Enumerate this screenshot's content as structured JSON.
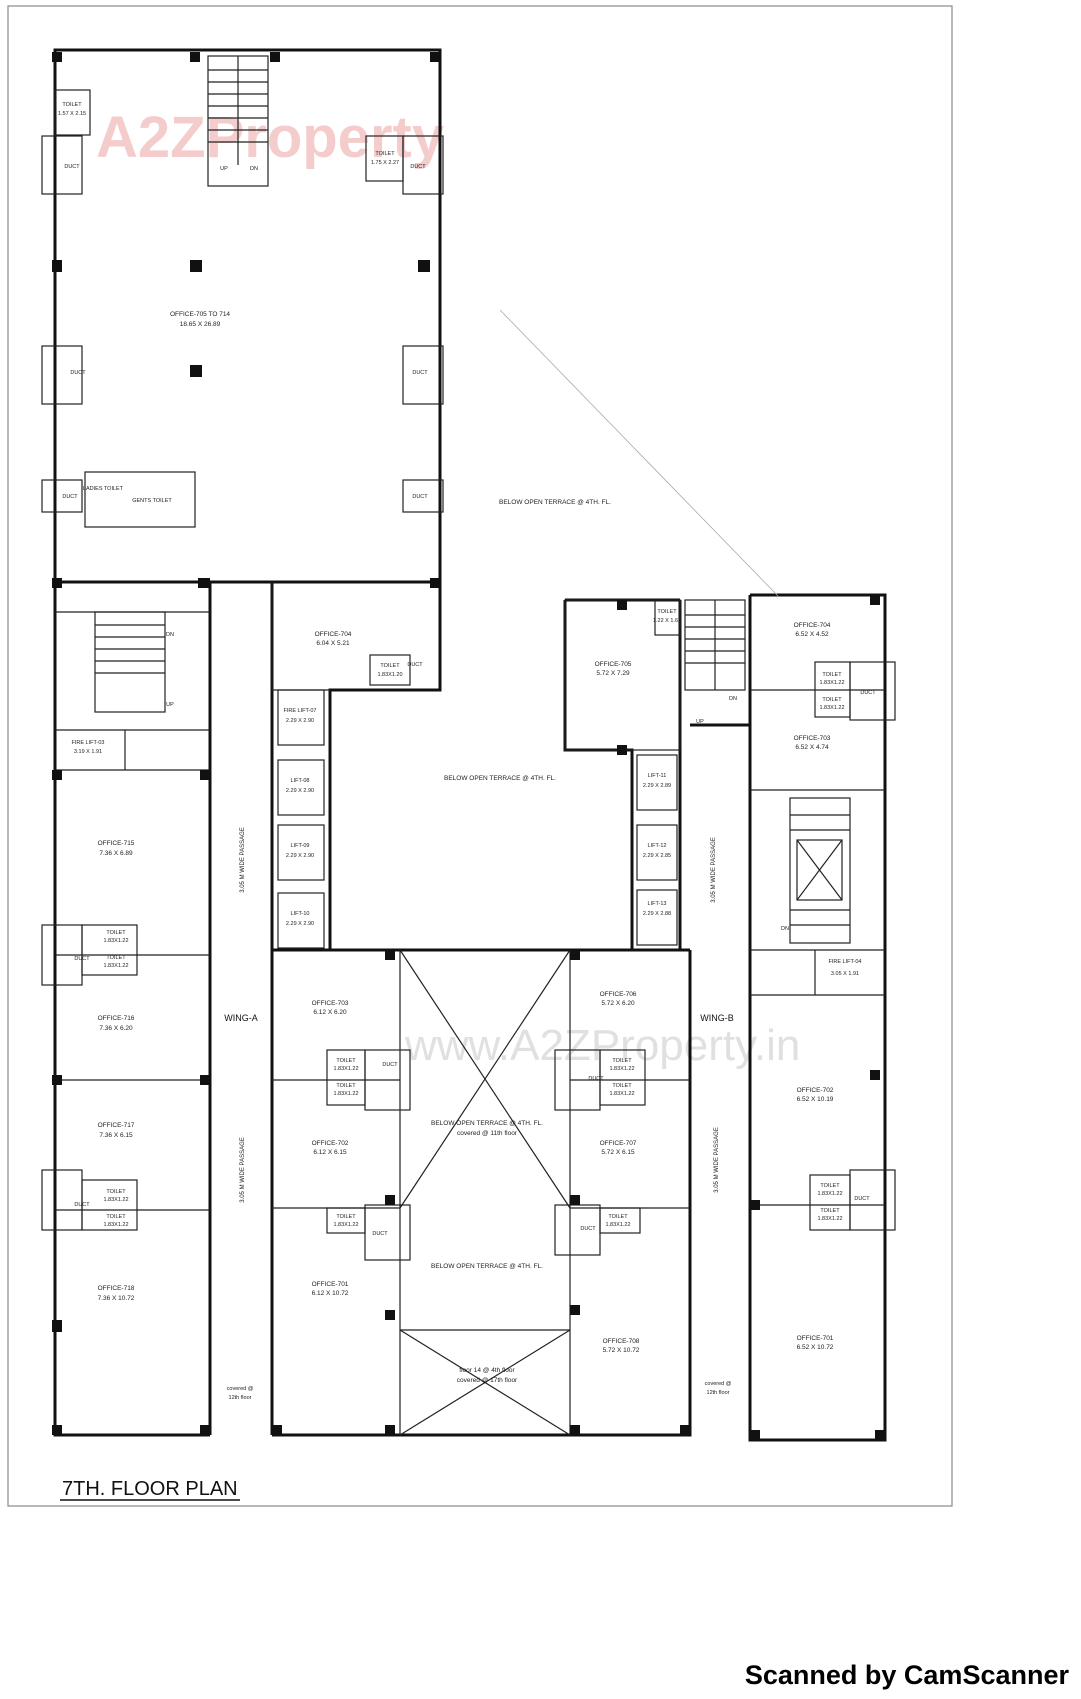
{
  "watermark": {
    "top": "A2ZProperty",
    "center": "www.A2ZProperty.in"
  },
  "title": "7TH. FLOOR PLAN",
  "footer": "Scanned by CamScanner",
  "wings": {
    "a": "WING-A",
    "b": "WING-B"
  },
  "passages": {
    "a_top": "3.05 M WIDE PASSAGE",
    "a_bottom": "3.05 M WIDE PASSAGE",
    "b_top": "3.05 M WIDE PASSAGE",
    "b_bottom": "3.05 M WIDE PASSAGE"
  },
  "stairs": {
    "up": "UP",
    "dn": "DN"
  },
  "duct": "DUCT",
  "toilet": "TOILET",
  "terraces": {
    "right": "BELOW OPEN TERRACE @ 4TH. FL.",
    "middle": "BELOW OPEN TERRACE @ 4TH. FL.",
    "center_line1": "BELOW OPEN TERRACE @ 4TH. FL.",
    "center_line2": "covered @ 11th floor",
    "lower": "BELOW OPEN TERRACE @ 4TH. FL.",
    "bottom_line1": "floor 14 @ 4th floor",
    "bottom_line2": "covered @ 17th floor"
  },
  "covered_notes": {
    "left_1": "covered @",
    "left_2": "12th floor",
    "right_1": "covered @",
    "right_2": "12th floor"
  },
  "offices": {
    "o705_714": {
      "name": "OFFICE-705 TO 714",
      "size": "18.65 X 26.89"
    },
    "o704a": {
      "name": "OFFICE-704",
      "size": "6.04 X 5.21"
    },
    "o705b": {
      "name": "OFFICE-705",
      "size": "5.72 X 7.29"
    },
    "o704b": {
      "name": "OFFICE-704",
      "size": "6.52 X 4.52"
    },
    "o703b": {
      "name": "OFFICE-703",
      "size": "6.52 X 4.74"
    },
    "o715": {
      "name": "OFFICE-715",
      "size": "7.36 X 6.89"
    },
    "o716": {
      "name": "OFFICE-716",
      "size": "7.36 X 6.20"
    },
    "o717": {
      "name": "OFFICE-717",
      "size": "7.36 X 6.15"
    },
    "o718": {
      "name": "OFFICE-718",
      "size": "7.36 X 10.72"
    },
    "o703a": {
      "name": "OFFICE-703",
      "size": "6.12 X 6.20"
    },
    "o702a": {
      "name": "OFFICE-702",
      "size": "6.12 X 6.15"
    },
    "o701a": {
      "name": "OFFICE-701",
      "size": "6.12 X 10.72"
    },
    "o706": {
      "name": "OFFICE-706",
      "size": "5.72 X 6.20"
    },
    "o707": {
      "name": "OFFICE-707",
      "size": "5.72 X 6.15"
    },
    "o708": {
      "name": "OFFICE-708",
      "size": "5.72 X 10.72"
    },
    "o702b": {
      "name": "OFFICE-702",
      "size": "6.52 X 10.19"
    },
    "o701b": {
      "name": "OFFICE-701",
      "size": "6.52 X 10.72"
    }
  },
  "lifts": {
    "fl03": {
      "name": "FIRE LIFT-03",
      "size": "3.19 X 1.91"
    },
    "fl04": {
      "name": "FIRE LIFT-04",
      "size": "3.05 X 1.91"
    },
    "l07": {
      "name": "FIRE LIFT-07",
      "size": "2.29 X 2.90"
    },
    "l08": {
      "name": "LIFT-08",
      "size": "2.29 X 2.90"
    },
    "l09": {
      "name": "LIFT-09",
      "size": "2.29 X 2.90"
    },
    "l10": {
      "name": "LIFT-10",
      "size": "2.29 X 2.90"
    },
    "l11": {
      "name": "LIFT-11",
      "size": "2.29 X 2.89"
    },
    "l12": {
      "name": "LIFT-12",
      "size": "2.29 X 2.85"
    },
    "l13": {
      "name": "LIFT-13",
      "size": "2.29 X 2.88"
    }
  },
  "toilets": {
    "t_topleft": {
      "name": "TOILET",
      "size": "1.57 X 2.15"
    },
    "t_topright": {
      "name": "TOILET",
      "size": "1.75 X 2.27"
    },
    "gents": "GENTS TOILET",
    "ladies": "LADIES TOILET",
    "t_704a": "1.83X1.20",
    "t_705b": "1.22 X 1.63",
    "t_std": "1.83X1.22"
  }
}
